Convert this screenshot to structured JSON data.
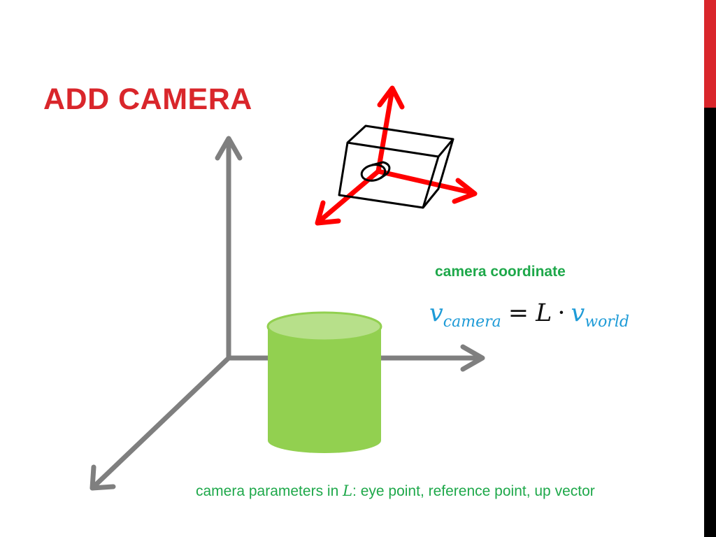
{
  "slide": {
    "title": "ADD CAMERA",
    "camera_label": "camera coordinate",
    "equation": {
      "lhs_var": "v",
      "lhs_sub": "camera",
      "equals": "=",
      "matrix": "L",
      "dot": "·",
      "rhs_var": "v",
      "rhs_sub": "world"
    },
    "caption": {
      "prefix": "camera parameters in ",
      "math": "L",
      "suffix": ": eye point, reference point, up vector"
    }
  },
  "colors": {
    "title_red": "#d9262b",
    "axis_gray": "#7f7f7f",
    "camera_axis_red": "#ff0000",
    "cylinder_green": "#92d050",
    "cylinder_top": "#b7e08a",
    "label_green": "#1ea84a",
    "equation_blue": "#1e9bd7"
  }
}
